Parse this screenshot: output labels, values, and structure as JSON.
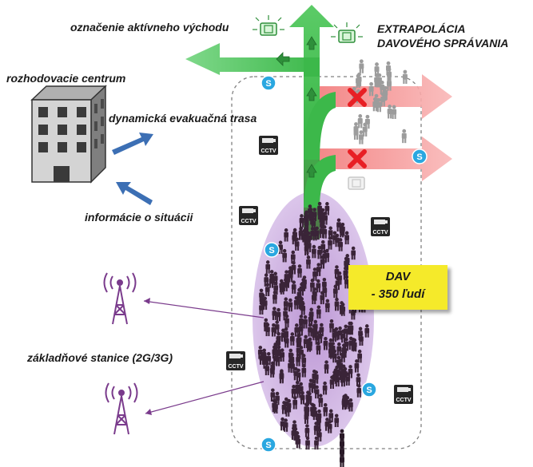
{
  "labels": {
    "exit_marking": "označenie aktívneho východu",
    "crowd_behavior_line1": "EXTRAPOLÁCIA",
    "crowd_behavior_line2": "DAVOVÉHO SPRÁVANIA",
    "decision_center": "rozhodovacie centrum",
    "dynamic_route": "dynamická evakuačná trasa",
    "situation_info": "informácie o situácii",
    "base_stations": "základňové stanice (2G/3G)"
  },
  "crowd_box": {
    "title": "DAV",
    "count": "- 350 ľudí"
  },
  "icons": {
    "cctv_label": "CCTV",
    "wifi_label": "S"
  },
  "colors": {
    "route_green": "#3cb84a",
    "blocked_red": "#f47a7a",
    "cross_red": "#e81f24",
    "crowd_purple": "#c9a6e0",
    "crowd_people": "#3a2438",
    "box_yellow": "#f5ea2a",
    "wifi_blue": "#2aa7e0",
    "arrow_blue": "#3c6fb4",
    "antenna_purple": "#7a3b8c"
  }
}
